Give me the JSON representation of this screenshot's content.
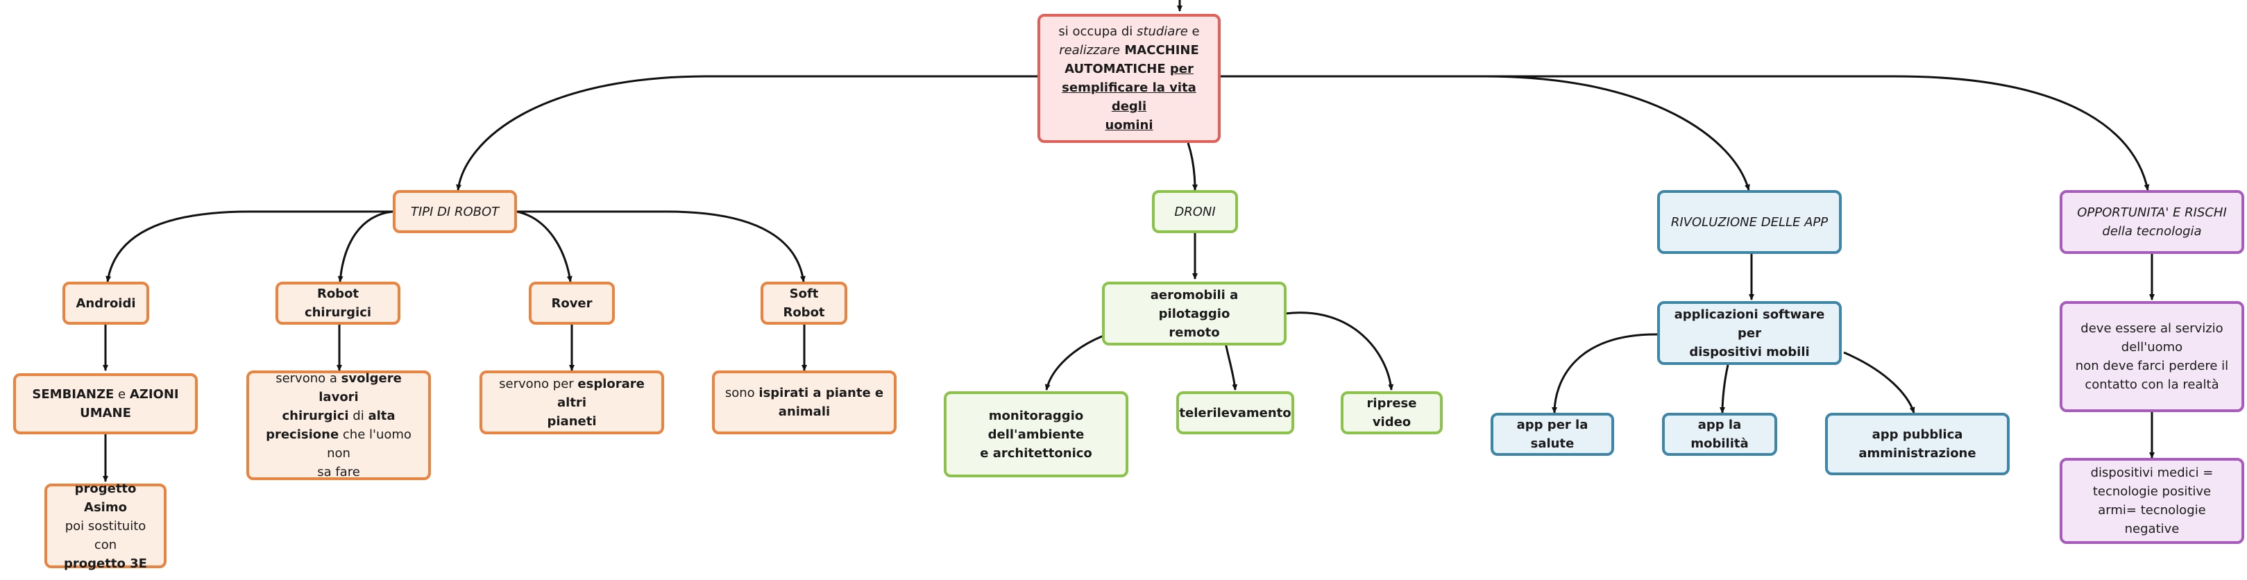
{
  "colors": {
    "root": "#e0605a",
    "robot": "#e8843f",
    "droni": "#8bc34a",
    "app": "#3e86a7",
    "opportunita": "#a75bbd",
    "connector": "#111111"
  },
  "nodes": {
    "root": {
      "l1_a": "si occupa di ",
      "l1_b": "studiare",
      "l1_c": " e",
      "l2_a": "realizzare",
      "l2_b": " MACCHINE",
      "l3": "AUTOMATICHE ",
      "l3_u": "per",
      "l4": "semplificare la vita degli",
      "l5": "uomini"
    },
    "tipi_robot": "TIPI DI ROBOT",
    "androidi": "Androidi",
    "robot_chirurgici": "Robot chirurgici",
    "rover": "Rover",
    "soft_robot": "Soft Robot",
    "sembianze": {
      "a": "SEMBIANZE",
      "b": " e ",
      "c": "AZIONI",
      "d": "UMANE"
    },
    "chirurgici_desc": {
      "a": "servono a ",
      "b": "svolgere lavori",
      "c": "chirurgici",
      "d": " di ",
      "e": "alta",
      "f": "precisione",
      "g": " che l'uomo non",
      "h": "sa fare"
    },
    "rover_desc": {
      "a": "servono per ",
      "b": "esplorare altri",
      "c": "pianeti"
    },
    "soft_desc": {
      "a": "sono ",
      "b": "ispirati a piante e",
      "c": "animali"
    },
    "asimo": {
      "a": "progetto Asimo",
      "b": "poi sostituito con",
      "c": "progetto 3E"
    },
    "droni": "DRONI",
    "aeromobili": {
      "a": "aeromobili a pilotaggio",
      "b": "remoto"
    },
    "monitoraggio": {
      "a": "monitoraggio",
      "b": "dell'ambiente",
      "c": "e architettonico"
    },
    "telerilevamento": "telerilevamento",
    "riprese": "riprese video",
    "rivoluzione": "RIVOLUZIONE DELLE APP",
    "applicazioni": {
      "a": "applicazioni software per",
      "b": "dispositivi mobili"
    },
    "app_salute": "app per la salute",
    "app_mobilita": "app la mobilità",
    "app_pa": {
      "a": "app pubblica",
      "b": "amministrazione"
    },
    "opportunita": {
      "a": "OPPORTUNITA' E RISCHI",
      "b": "della tecnologia"
    },
    "servizio": {
      "a": "deve essere al servizio",
      "b": "dell'uomo",
      "c": "non deve farci perdere il",
      "d": "contatto con la realtà"
    },
    "dispositivi": {
      "a": "dispositivi medici =",
      "b": "tecnologie positive",
      "c": "armi= tecnologie negative"
    }
  }
}
